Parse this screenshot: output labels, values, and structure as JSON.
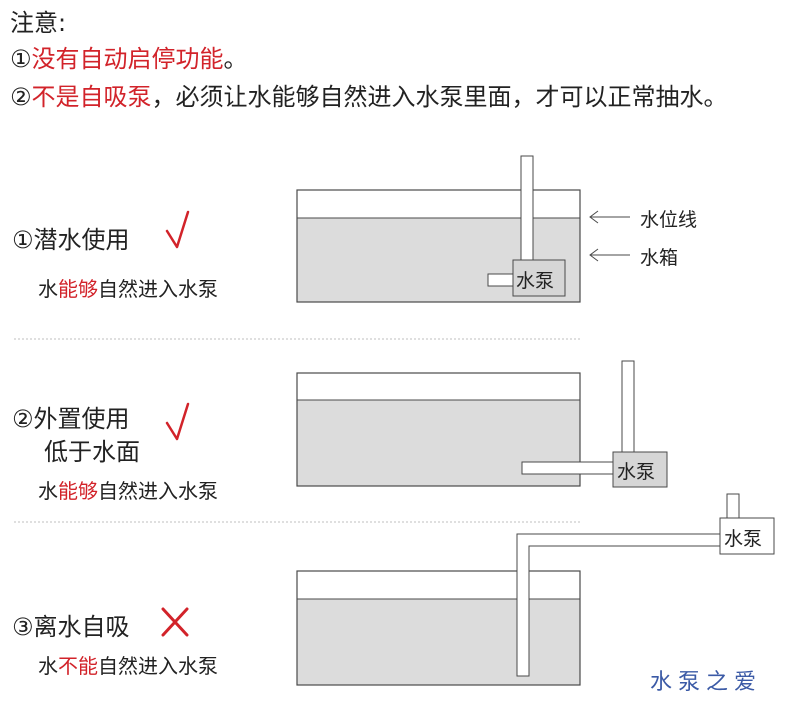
{
  "notice": {
    "title": "注意:",
    "line1_prefix": "①",
    "line1_red": "没有自动启停功能",
    "line1_suffix": "。",
    "line2_prefix": "②",
    "line2_red": "不是自吸泵",
    "line2_suffix": "，必须让水能够自然进入水泵里面，才可以正常抽水。"
  },
  "labels": {
    "water_level": "水位线",
    "tank": "水箱",
    "pump": "水泵"
  },
  "scenarios": [
    {
      "title": "①潜水使用",
      "mark": "check",
      "desc_pre": "水",
      "desc_red": "能够",
      "desc_post": "自然进入水泵"
    },
    {
      "title": "②外置使用",
      "title2": "低于水面",
      "mark": "check",
      "desc_pre": "水",
      "desc_red": "能够",
      "desc_post": "自然进入水泵"
    },
    {
      "title": "③离水自吸",
      "mark": "cross",
      "desc_pre": "水",
      "desc_red": "不能",
      "desc_post": "自然进入水泵"
    }
  ],
  "watermark": "水泵之爱",
  "colors": {
    "red": "#d2232a",
    "water": "#dcdcdc",
    "pump": "#d6d6d6",
    "line": "#4a4a4a"
  }
}
